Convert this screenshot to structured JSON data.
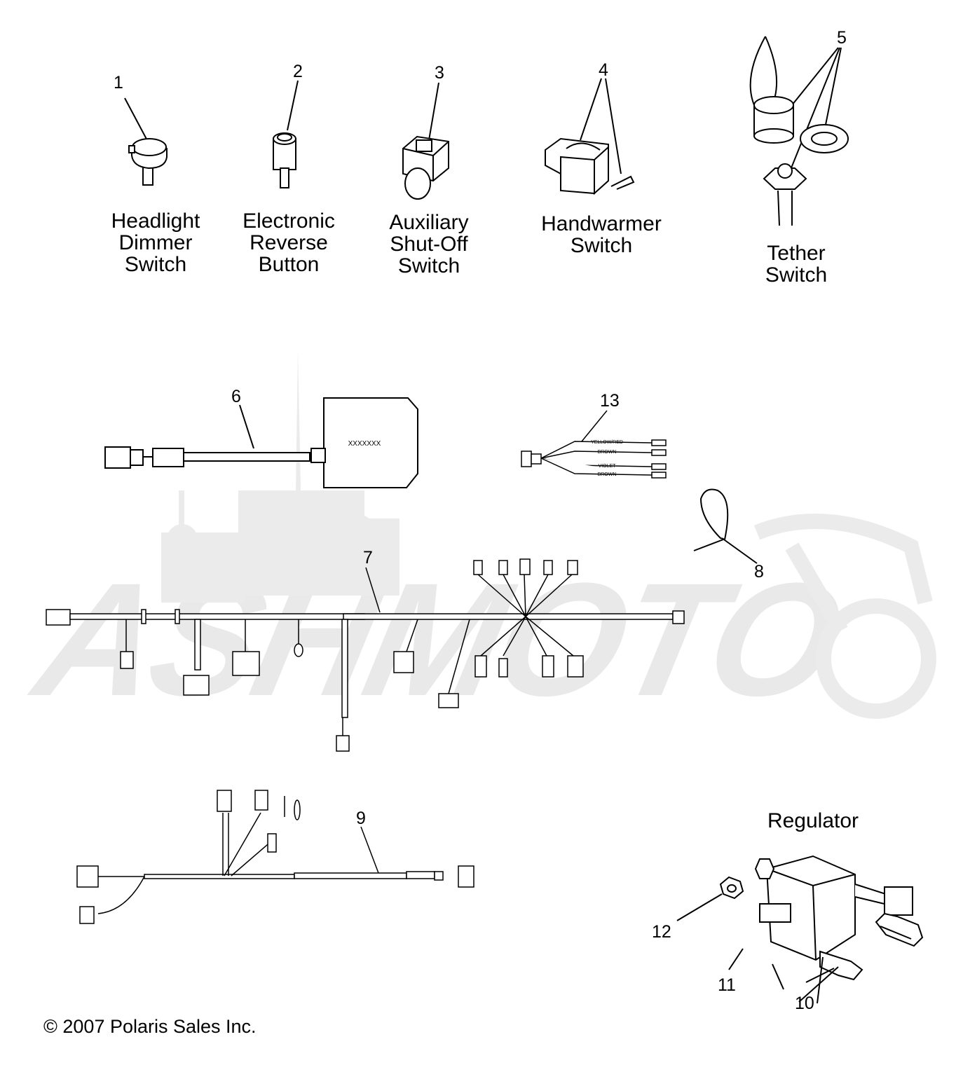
{
  "parts": [
    {
      "num": "1",
      "caption": "Headlight\nDimmer\nSwitch"
    },
    {
      "num": "2",
      "caption": "Electronic\nReverse\nButton"
    },
    {
      "num": "3",
      "caption": "Auxiliary\nShut-Off\nSwitch"
    },
    {
      "num": "4",
      "caption": "Handwarmer\nSwitch"
    },
    {
      "num": "5",
      "caption": "Tether\nSwitch"
    },
    {
      "num": "6"
    },
    {
      "num": "7"
    },
    {
      "num": "8"
    },
    {
      "num": "9"
    },
    {
      "num": "10"
    },
    {
      "num": "11"
    },
    {
      "num": "12"
    },
    {
      "num": "13"
    }
  ],
  "regulator_label": "Regulator",
  "module_label": "XXXXXXX",
  "wire_labels": [
    "YELLOW/RED",
    "BROWN",
    "VIOLET",
    "BROWN"
  ],
  "watermark": "ASHMOTO",
  "copyright": "© 2007 Polaris Sales Inc."
}
